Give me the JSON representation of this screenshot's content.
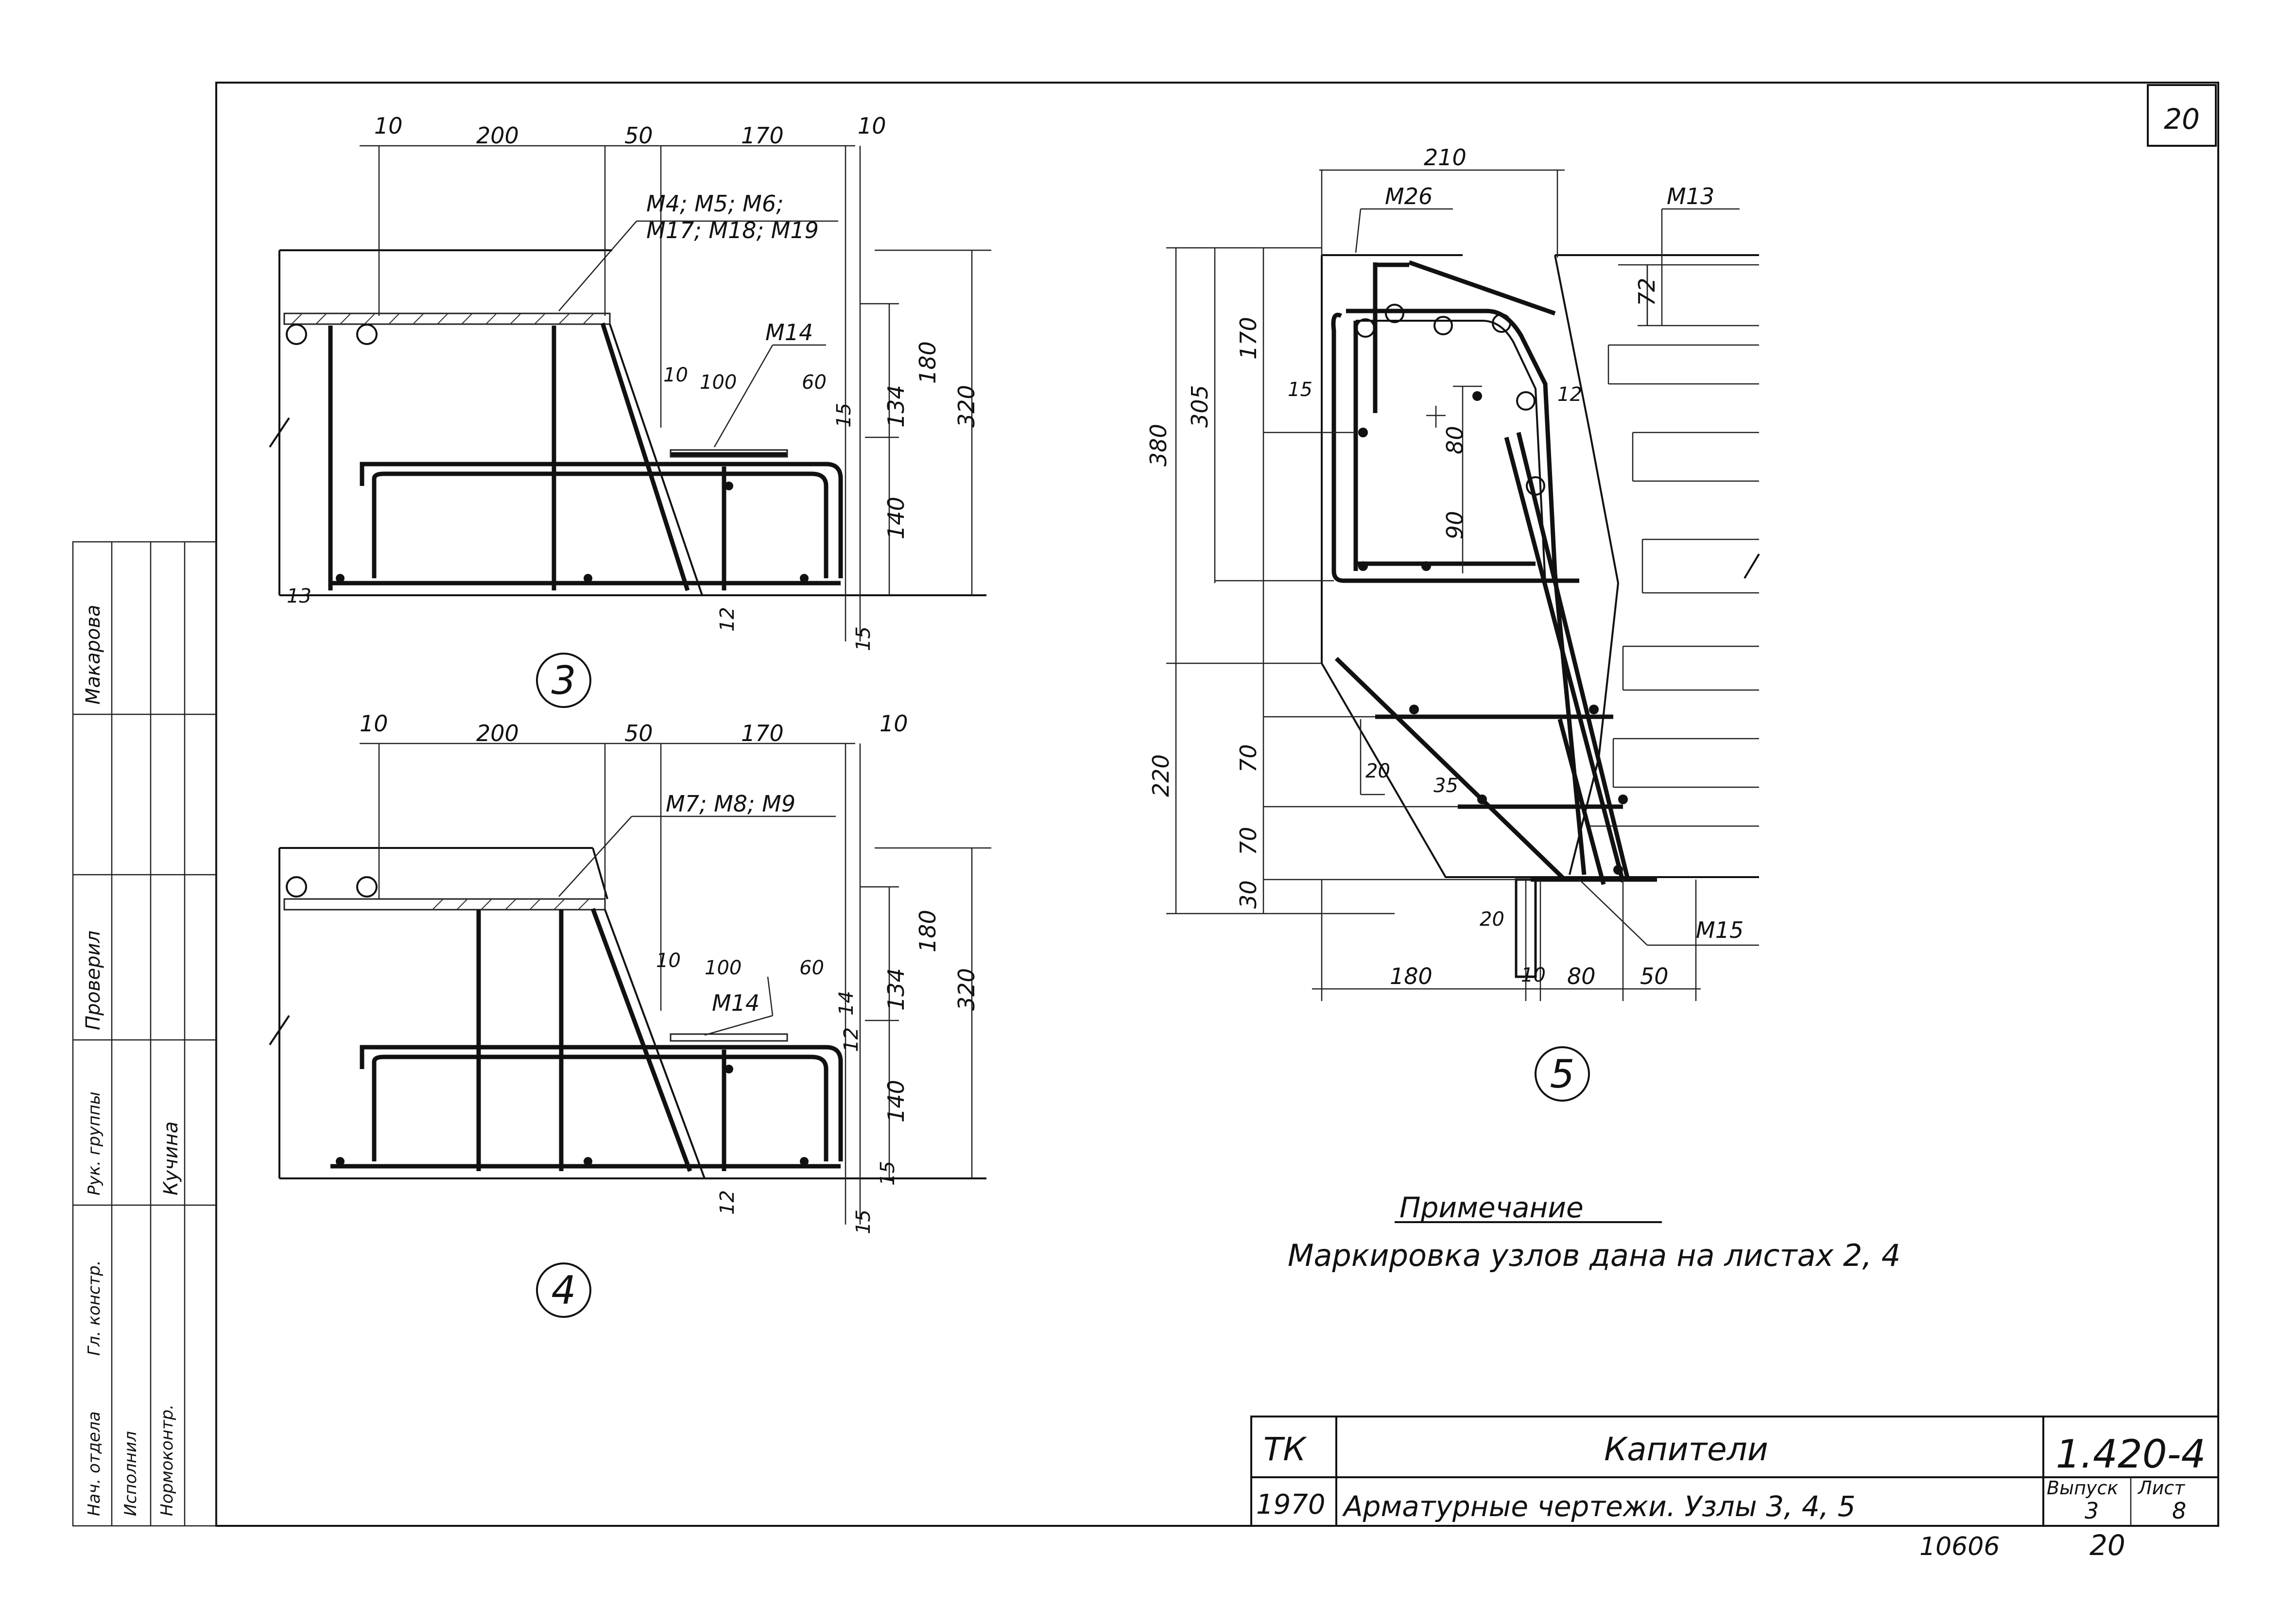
{
  "sheet": {
    "number": "20",
    "code": "1.420-4",
    "stamp": "10606",
    "bottom_sheet": "20"
  },
  "title_block": {
    "org": "ТК",
    "year": "1970",
    "title": "Капители",
    "subtitle": "Арматурные чертежи. Узлы 3, 4, 5",
    "issue_label": "Выпуск",
    "sheet_label": "Лист",
    "issue": "3",
    "sheet": "8"
  },
  "note": {
    "heading": "Примечание",
    "text": "Маркировка узлов дана на листах 2, 4"
  },
  "node3": {
    "label": "3",
    "dims_top": [
      "10",
      "200",
      "50",
      "170",
      "10"
    ],
    "marks": [
      "М4; М5; М6;",
      "М17; М18; М19",
      "М14"
    ],
    "dims_inner": [
      "10",
      "100",
      "60"
    ],
    "dims_right": [
      "180",
      "320",
      "134",
      "140",
      "15",
      "15",
      "12",
      "13"
    ]
  },
  "node4": {
    "label": "4",
    "dims_top": [
      "10",
      "200",
      "50",
      "170",
      "10"
    ],
    "marks": [
      "М7; М8; М9",
      "М14"
    ],
    "dims_inner": [
      "10",
      "100",
      "60"
    ],
    "dims_right": [
      "180",
      "320",
      "134",
      "140",
      "14",
      "12",
      "15",
      "15",
      "12"
    ]
  },
  "node5": {
    "label": "5",
    "dims_top": [
      "210"
    ],
    "marks": [
      "М26",
      "М13",
      "М15"
    ],
    "dims_left": [
      "380",
      "305",
      "170",
      "15",
      "220",
      "70",
      "70",
      "30"
    ],
    "dims_inner": [
      "80",
      "90",
      "20",
      "35",
      "12",
      "72",
      "20"
    ],
    "dims_bottom": [
      "180",
      "10",
      "80",
      "50"
    ]
  },
  "side_stamp": {
    "roles": [
      "Нач. отдела",
      "Гл. констр.",
      "Рук. группы",
      "Проверил",
      "Исполнил",
      "Нормоконтр."
    ],
    "names": [
      "Макарова",
      "Кучина"
    ]
  }
}
